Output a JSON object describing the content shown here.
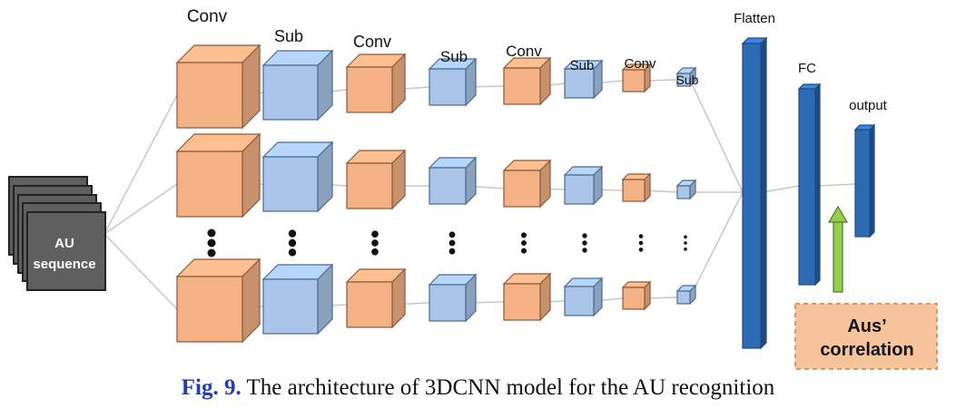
{
  "diagram": {
    "input_label_line1": "AU",
    "input_label_line2": "sequence",
    "layer_labels": [
      "Conv",
      "Sub",
      "Conv",
      "Sub",
      "Conv",
      "Sub",
      "Conv",
      "Sub"
    ],
    "flatten_label": "Flatten",
    "fc_label": "FC",
    "output_label": "output",
    "correlation_line1": "Aus’",
    "correlation_line2": "correlation",
    "colors": {
      "conv_front": "#f4b185",
      "sub_front": "#a9c6e8",
      "bar_front": "#2e6bb5",
      "input_panel": "#5f5f5f",
      "arrow": "#92d050",
      "correlation_box": "#f8c49c"
    }
  },
  "caption": {
    "figure": "Fig. 9.",
    "text": " The architecture of 3DCNN model for the AU recognition"
  }
}
